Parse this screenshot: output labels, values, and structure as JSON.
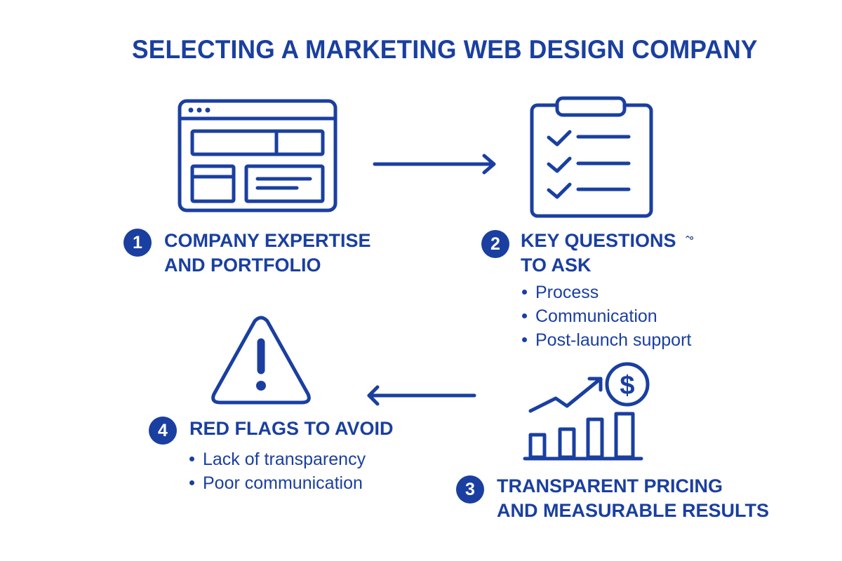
{
  "title": "SELECTING A MARKETING WEB DESIGN COMPANY",
  "colors": {
    "accent": "#1a3fa0",
    "background": "#ffffff"
  },
  "steps": [
    {
      "number": "1",
      "heading_line1": "COMPANY EXPERTISE",
      "heading_line2": "AND PORTFOLIO",
      "icon": "browser-window-icon",
      "bullets": []
    },
    {
      "number": "2",
      "heading_line1": "KEY QUESTIONS",
      "heading_artifact": "ˆ°",
      "heading_line2": "TO ASK",
      "icon": "clipboard-checklist-icon",
      "bullets": [
        "Process",
        "Communication",
        "Post-launch support"
      ]
    },
    {
      "number": "3",
      "heading_line1": "TRANSPARENT PRICING",
      "heading_line2": "AND MEASURABLE RESULTS",
      "icon": "growth-chart-dollar-icon",
      "bullets": []
    },
    {
      "number": "4",
      "heading_line1": "RED FLAGS TO AVOID",
      "heading_line2": "",
      "icon": "warning-triangle-icon",
      "bullets": [
        "Lack of transparency",
        "Poor communication"
      ]
    }
  ],
  "arrows": [
    {
      "from": "1",
      "to": "2",
      "direction": "right"
    },
    {
      "from": "3",
      "to": "4",
      "direction": "left"
    }
  ]
}
